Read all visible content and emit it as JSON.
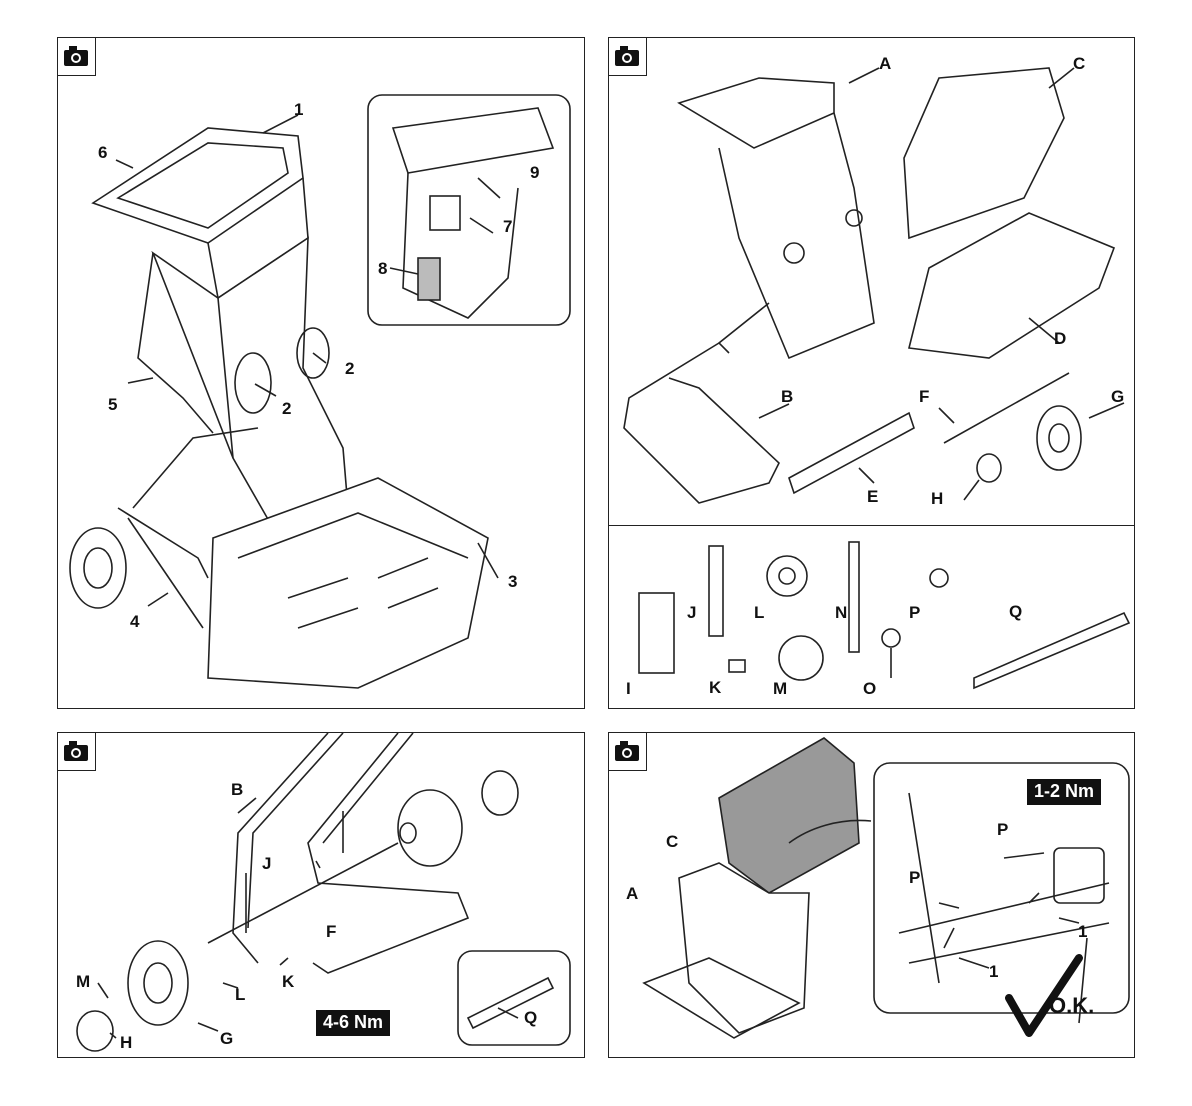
{
  "panel1": {
    "labels": {
      "l1": "1",
      "l2a": "2",
      "l2b": "2",
      "l3": "3",
      "l4": "4",
      "l5": "5",
      "l6": "6",
      "l7": "7",
      "l8": "8",
      "l9": "9"
    }
  },
  "panel2": {
    "labels": {
      "A": "A",
      "B": "B",
      "C": "C",
      "D": "D",
      "E": "E",
      "F": "F",
      "G": "G",
      "H": "H"
    },
    "parts": {
      "I": "I",
      "J": "J",
      "K": "K",
      "L": "L",
      "M": "M",
      "N": "N",
      "O": "O",
      "P": "P",
      "Q": "Q"
    }
  },
  "panel3": {
    "labels": {
      "B": "B",
      "J": "J",
      "F": "F",
      "K": "K",
      "L": "L",
      "M": "M",
      "G": "G",
      "H": "H",
      "Q": "Q"
    },
    "torque": "4-6 Nm"
  },
  "panel4": {
    "labels": {
      "C": "C",
      "A": "A",
      "P1": "P",
      "P2": "P",
      "one1": "1",
      "one2": "1"
    },
    "torque": "1-2 Nm",
    "ok": "O.K."
  },
  "icons": {
    "camera": "camera-icon",
    "check": "checkmark-icon"
  }
}
